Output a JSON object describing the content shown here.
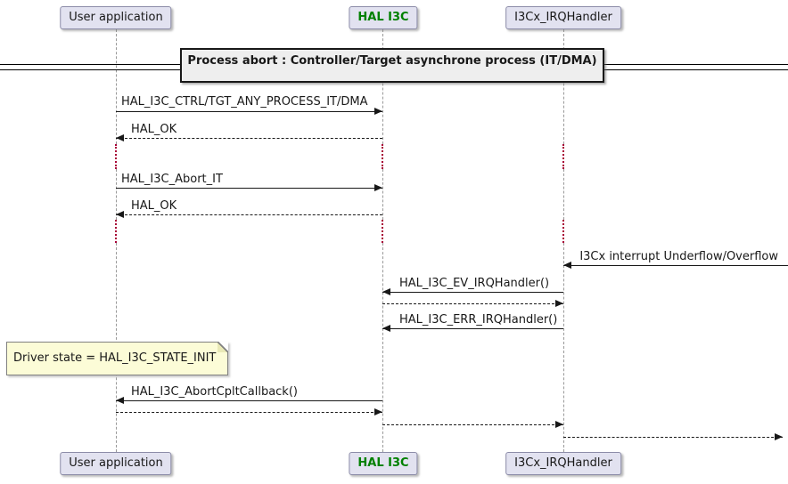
{
  "diagram": {
    "kind": "uml-sequence",
    "title": "Process abort : Controller/Target asynchrone process (IT/DMA)",
    "participants": [
      {
        "id": "user-application",
        "label": "User application"
      },
      {
        "id": "hal-i3c",
        "label": "HAL I3C",
        "accent": "#008000"
      },
      {
        "id": "i3cx-irqhandler",
        "label": "I3Cx_IRQHandler"
      }
    ],
    "note": {
      "text": "Driver state = HAL_I3C_STATE_INIT"
    },
    "messages": [
      {
        "label": "HAL_I3C_CTRL/TGT_ANY_PROCESS_IT/DMA",
        "from": "User application",
        "to": "HAL I3C",
        "line": "solid"
      },
      {
        "label": "HAL_OK",
        "from": "HAL I3C",
        "to": "User application",
        "line": "dashed"
      },
      {
        "label": "HAL_I3C_Abort_IT",
        "from": "User application",
        "to": "HAL I3C",
        "line": "solid"
      },
      {
        "label": "HAL_OK",
        "from": "HAL I3C",
        "to": "User application",
        "line": "dashed"
      },
      {
        "label": "I3Cx interrupt Underflow/Overflow",
        "from": "external-right",
        "to": "I3Cx_IRQHandler",
        "line": "solid"
      },
      {
        "label": "HAL_I3C_EV_IRQHandler()",
        "from": "I3Cx_IRQHandler",
        "to": "HAL I3C",
        "line": "solid"
      },
      {
        "label": "",
        "from": "HAL I3C",
        "to": "I3Cx_IRQHandler",
        "line": "dashed"
      },
      {
        "label": "HAL_I3C_ERR_IRQHandler()",
        "from": "I3Cx_IRQHandler",
        "to": "HAL I3C",
        "line": "solid"
      },
      {
        "label": "HAL_I3C_AbortCpltCallback()",
        "from": "HAL I3C",
        "to": "User application",
        "line": "solid"
      },
      {
        "label": "",
        "from": "User application",
        "to": "HAL I3C",
        "line": "dashed"
      },
      {
        "label": "",
        "from": "HAL I3C",
        "to": "I3Cx_IRQHandler",
        "line": "dashed"
      },
      {
        "label": "",
        "from": "I3Cx_IRQHandler",
        "to": "external-right",
        "line": "dashed"
      }
    ],
    "colors": {
      "participant_fill": "#E2E2F0",
      "participant_border": "#8C8CA8",
      "hal_i3c_text": "#008000",
      "note_fill": "#FCFCD7",
      "message_line": "#181818",
      "lifeline": "#999999",
      "delay_dots": "#A80036",
      "title_fill": "#EEEEEE"
    }
  }
}
